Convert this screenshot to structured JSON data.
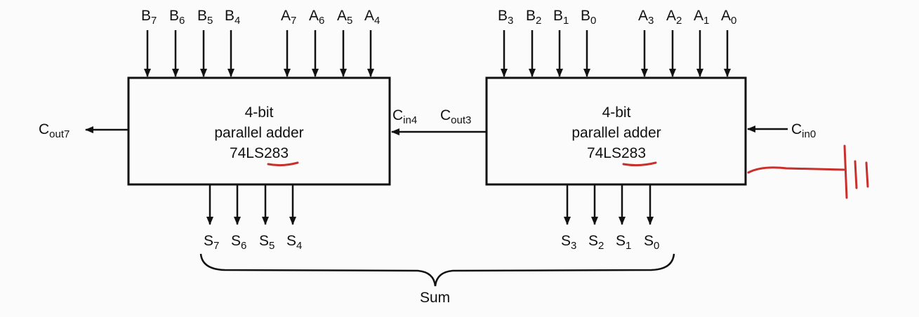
{
  "colors": {
    "line": "#111111",
    "annotation": "#c9302c"
  },
  "adders": [
    {
      "line1": "4-bit",
      "line2": "parallel adder",
      "line3": "74LS283"
    },
    {
      "line1": "4-bit",
      "line2": "parallel adder",
      "line3": "74LS283"
    }
  ],
  "inputs_left": [
    {
      "base": "B",
      "sub": "7"
    },
    {
      "base": "B",
      "sub": "6"
    },
    {
      "base": "B",
      "sub": "5"
    },
    {
      "base": "B",
      "sub": "4"
    },
    {
      "base": "A",
      "sub": "7"
    },
    {
      "base": "A",
      "sub": "6"
    },
    {
      "base": "A",
      "sub": "5"
    },
    {
      "base": "A",
      "sub": "4"
    }
  ],
  "inputs_right": [
    {
      "base": "B",
      "sub": "3"
    },
    {
      "base": "B",
      "sub": "2"
    },
    {
      "base": "B",
      "sub": "1"
    },
    {
      "base": "B",
      "sub": "0"
    },
    {
      "base": "A",
      "sub": "3"
    },
    {
      "base": "A",
      "sub": "2"
    },
    {
      "base": "A",
      "sub": "1"
    },
    {
      "base": "A",
      "sub": "0"
    }
  ],
  "outputs_left": [
    {
      "base": "S",
      "sub": "7"
    },
    {
      "base": "S",
      "sub": "6"
    },
    {
      "base": "S",
      "sub": "5"
    },
    {
      "base": "S",
      "sub": "4"
    }
  ],
  "outputs_right": [
    {
      "base": "S",
      "sub": "3"
    },
    {
      "base": "S",
      "sub": "2"
    },
    {
      "base": "S",
      "sub": "1"
    },
    {
      "base": "S",
      "sub": "0"
    }
  ],
  "carry": {
    "cout7": {
      "base": "C",
      "sub": "out7"
    },
    "cin4": {
      "base": "C",
      "sub": "in4"
    },
    "cout3": {
      "base": "C",
      "sub": "out3"
    },
    "cin0": {
      "base": "C",
      "sub": "in0"
    }
  },
  "sum_label": "Sum"
}
